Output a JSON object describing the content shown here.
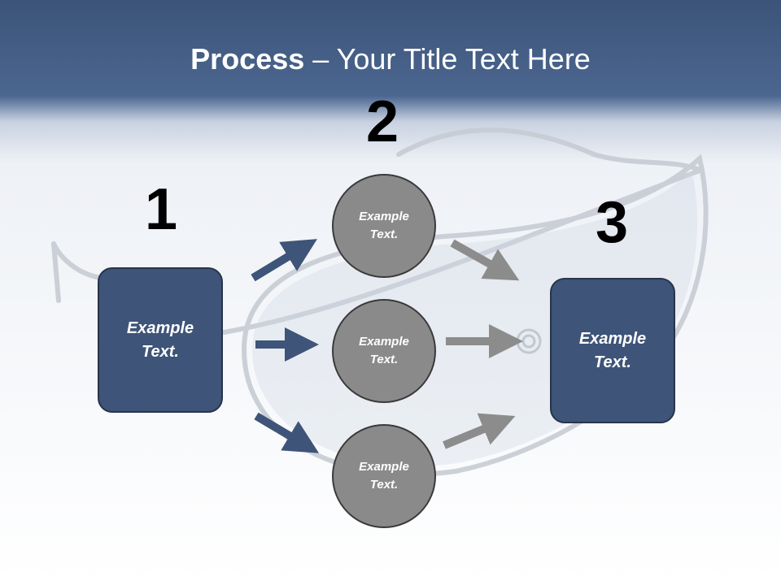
{
  "title": {
    "bold": "Process",
    "rest": " – Your Title Text Here"
  },
  "steps": [
    {
      "number": "1",
      "text": "Example\nText."
    },
    {
      "number": "2",
      "text": "Example\nText."
    },
    {
      "number": "3",
      "text": "Example\nText."
    }
  ],
  "middle_nodes": [
    {
      "text": "Example\nText."
    },
    {
      "text": "Example\nText."
    },
    {
      "text": "Example\nText."
    }
  ],
  "colors": {
    "header": "#4b6690",
    "box": "#3e5478",
    "circle": "#8a8a8a",
    "arrow_blue": "#3e5478",
    "arrow_gray": "#8c8c8c"
  }
}
